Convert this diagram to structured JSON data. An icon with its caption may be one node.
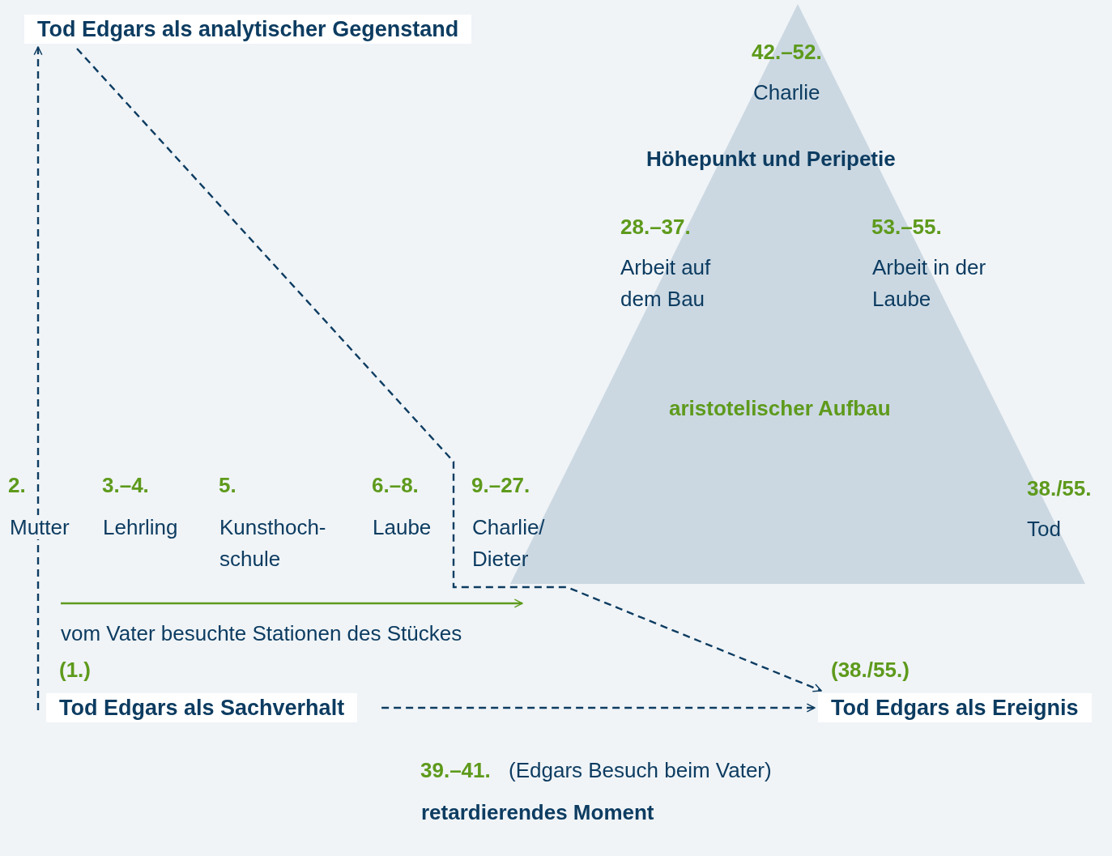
{
  "diagram": {
    "nodes": [
      {
        "text": [
          "Tod Edgars als analytischer Gegenstand"
        ]
      },
      {
        "text": [
          "42.–52.",
          "Charlie",
          "Höhepunkt und Peripetie",
          "28.–37.",
          "Arbeit auf dem Bau",
          "53.–55.",
          "Arbeit in der Laube",
          "aristotelischer Aufbau",
          "38./55.",
          "Tod"
        ]
      },
      {
        "text": [
          "Tod Edgars als Sachverhalt"
        ],
        "beside": [
          "(1.)"
        ]
      },
      {
        "text": [
          "Tod Edgars als Ereignis"
        ],
        "beside": [
          "(38./55.)"
        ]
      }
    ],
    "edges": [
      {
        "from": 2,
        "to": 0,
        "arrow": "to",
        "style": "dashed"
      },
      {
        "from": 0,
        "to": 3,
        "arrow": "to",
        "style": "dashed"
      },
      {
        "from": 2,
        "to": 3,
        "arrow": "to",
        "style": "dashed"
      }
    ],
    "labels": [
      "2.",
      "Mutter",
      "3.–4.",
      "Lehrling",
      "5.",
      "Kunsthoch- schule",
      "6.–8.",
      "Laube",
      "9.–27.",
      "Charlie/ Dieter",
      "vom Vater besuchte Stationen des Stückes",
      "39.–41.",
      "(Edgars Besuch beim Vater)",
      "retardierendes Moment"
    ]
  }
}
